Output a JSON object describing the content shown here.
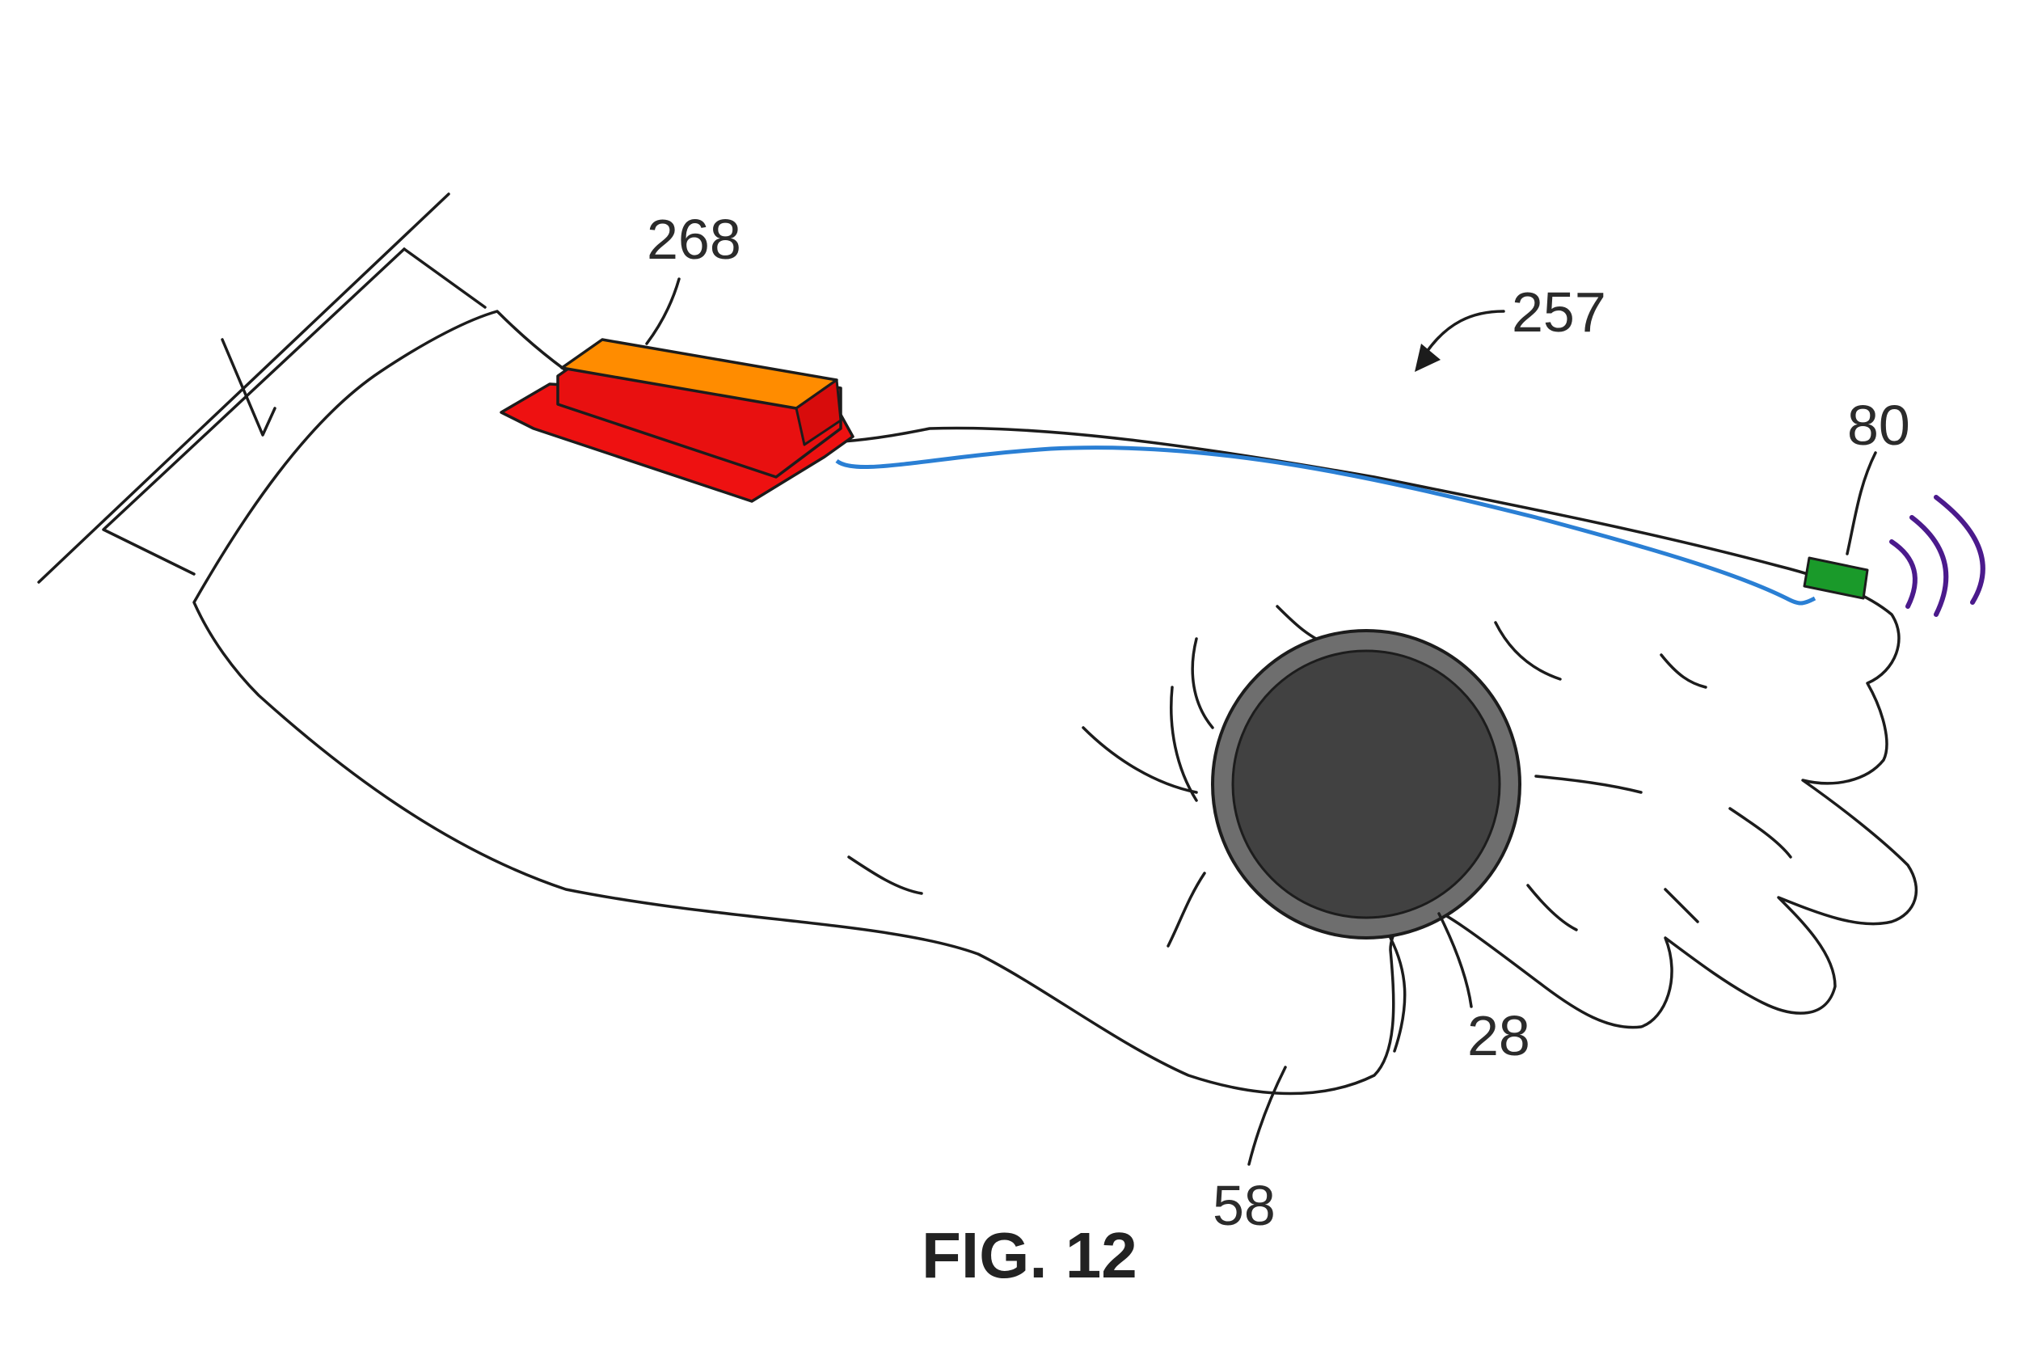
{
  "figure": {
    "caption": "FIG. 12",
    "labels": {
      "device_module": "268",
      "system": "257",
      "fingertip_emitter": "80",
      "held_object": "28",
      "hand": "58"
    },
    "colors": {
      "background": "#ffffff",
      "hand_fill": "#ececec",
      "outline": "#1c1c1c",
      "module_top": "#ff8c00",
      "module_body": "#ee1111",
      "wire": "#2a7fd4",
      "emitter": "#1a9a2a",
      "signal_waves": "#4b1a8c",
      "object_ring": "#6e6e6e",
      "object_face": "#414141"
    }
  }
}
